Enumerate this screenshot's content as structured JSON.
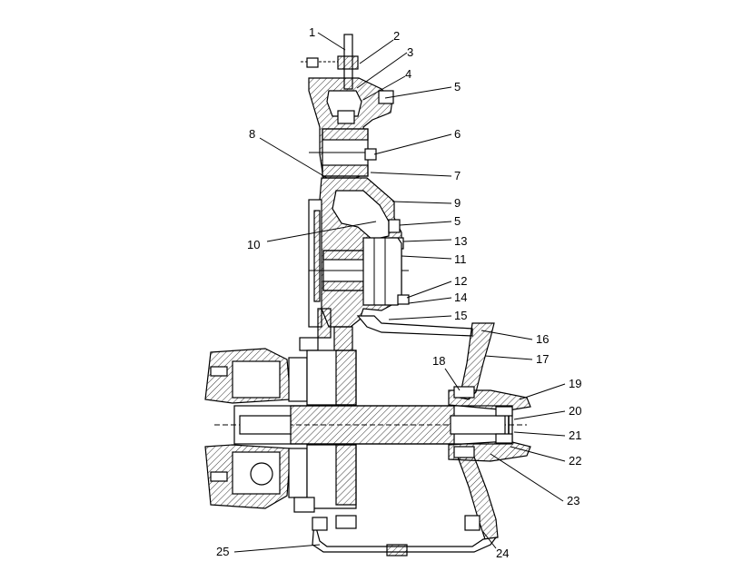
{
  "diagram": {
    "labels": [
      "1",
      "2",
      "3",
      "4",
      "5",
      "6",
      "7",
      "8",
      "9",
      "5",
      "10",
      "13",
      "11",
      "12",
      "14",
      "15",
      "16",
      "17",
      "18",
      "19",
      "20",
      "21",
      "22",
      "23",
      "24",
      "25"
    ]
  }
}
